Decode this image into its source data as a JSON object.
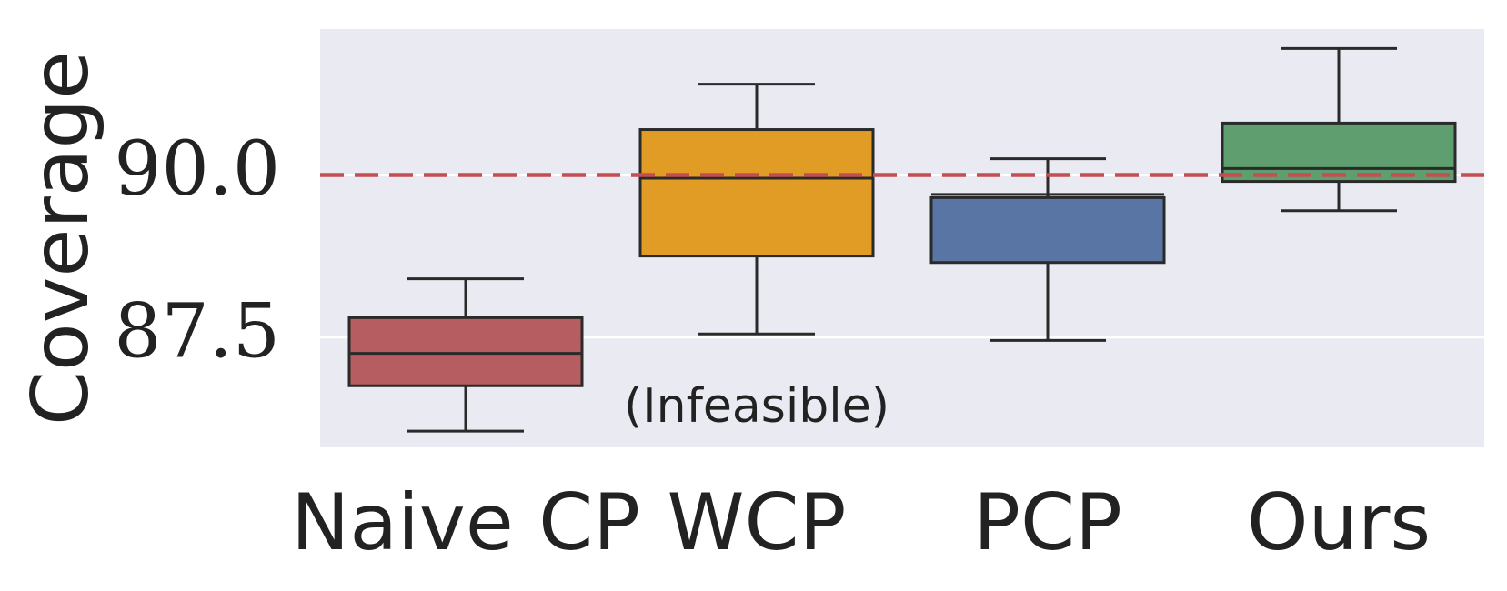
{
  "chart_data": {
    "type": "box",
    "ylabel": "Coverage",
    "xlabel": "",
    "title": "",
    "ylim": [
      85.8,
      92.25
    ],
    "yticks": [
      87.5,
      90.0
    ],
    "ytick_labels": [
      "87.5",
      "90.0"
    ],
    "grid": true,
    "reference_line": {
      "value": 90.0,
      "style": "dashed",
      "color": "#c44e52"
    },
    "categories": [
      "Naive CP",
      "WCP",
      "PCP",
      "Ours"
    ],
    "boxes": [
      {
        "name": "Naive CP",
        "whisker_low": 86.05,
        "q1": 86.75,
        "median": 87.25,
        "q3": 87.8,
        "whisker_high": 88.4,
        "color": "#b55d60"
      },
      {
        "name": "WCP",
        "whisker_low": 87.55,
        "q1": 88.75,
        "median": 89.95,
        "q3": 90.7,
        "whisker_high": 91.4,
        "color": "#e09c24"
      },
      {
        "name": "PCP",
        "whisker_low": 87.45,
        "q1": 88.65,
        "median": 89.7,
        "q3": 89.65,
        "whisker_high": 90.25,
        "color": "#5975a4"
      },
      {
        "name": "Ours",
        "whisker_low": 89.45,
        "q1": 89.9,
        "median": 90.1,
        "q3": 90.8,
        "whisker_high": 91.95,
        "color": "#5f9e6e"
      }
    ],
    "annotations": [
      {
        "text": "(Infeasible)",
        "category": "WCP"
      }
    ],
    "colors": {
      "plot_bg": "#eaeaf2",
      "grid": "#ffffff",
      "edge": "#2a2a2a",
      "reference": "#c44e52"
    }
  }
}
